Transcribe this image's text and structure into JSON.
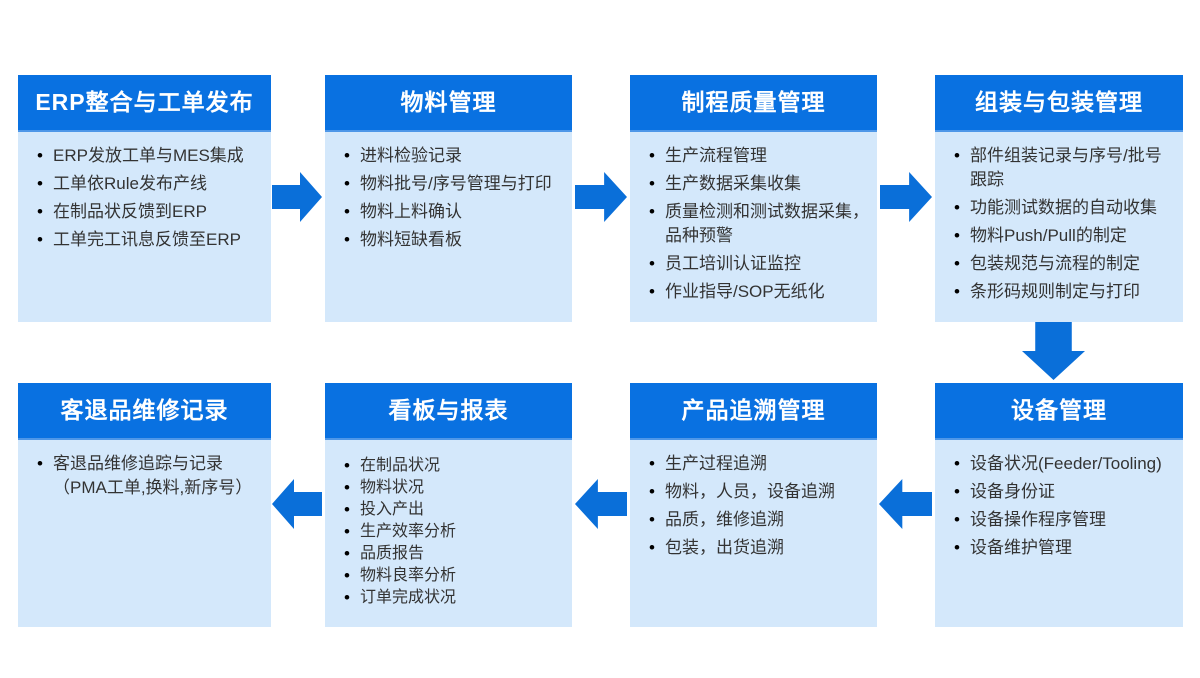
{
  "colors": {
    "header_blue": "#0971E1",
    "arrow_blue": "#0A6FD9",
    "body_blue": "#D4E8FB",
    "seam_blue": "#4E97E8",
    "header_text": "#FFFFFF",
    "body_text": "#333333",
    "canvas_bg": "#FFFFFF"
  },
  "diagram": {
    "type": "process-flowchart",
    "flow": "top row left-to-right, down, bottom row right-to-left"
  },
  "boxes": [
    {
      "title": "ERP整合与工单发布",
      "items": [
        "ERP发放工单与MES集成",
        "工单依Rule发布产线",
        "在制品状反馈到ERP",
        "工单完工讯息反馈至ERP"
      ]
    },
    {
      "title": "物料管理",
      "items": [
        "进料检验记录",
        "物料批号/序号管理与打印",
        "物料上料确认",
        "物料短缺看板"
      ]
    },
    {
      "title": "制程质量管理",
      "items": [
        "生产流程管理",
        "生产数据采集收集",
        "质量检测和测试数据采集，\n品种预警",
        "员工培训认证监控",
        "作业指导/SOP无纸化"
      ]
    },
    {
      "title": "组装与包装管理",
      "items": [
        "部件组装记录与序号/批号\n跟踪",
        "功能测试数据的自动收集",
        "物料Push/Pull的制定",
        "包装规范与流程的制定",
        "条形码规则制定与打印"
      ]
    },
    {
      "title": "设备管理",
      "items": [
        "设备状况(Feeder/Tooling)",
        "设备身份证",
        "设备操作程序管理",
        "设备维护管理"
      ]
    },
    {
      "title": "产品追溯管理",
      "items": [
        "生产过程追溯",
        "物料，人员，设备追溯",
        "品质，维修追溯",
        "包装，出货追溯"
      ]
    },
    {
      "title": "看板与报表",
      "items": [
        "在制品状况",
        "物料状况",
        "投入产出",
        "生产效率分析",
        "品质报告",
        "物料良率分析",
        "订单完成状况"
      ]
    },
    {
      "title": "客退品维修记录",
      "items": [
        "客退品维修追踪与记录\n（PMA工单,换料,新序号）"
      ]
    }
  ]
}
